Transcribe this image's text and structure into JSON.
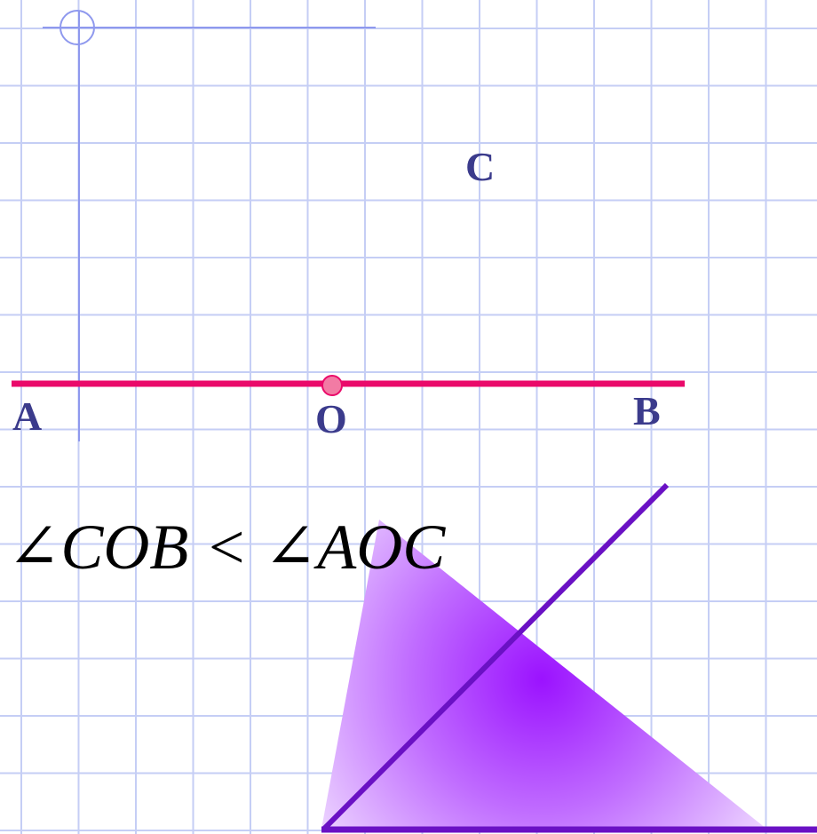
{
  "labels": {
    "point_a": "A",
    "point_o": "O",
    "point_b": "B",
    "point_c": "C",
    "formula": "∠COB < ∠AOC"
  },
  "colors": {
    "background": "#ffffff",
    "grid": "#c5cef5",
    "guide_line": "#8f99ee",
    "line_ab": "#ea0a6a",
    "point_o_fill": "#f27ba4",
    "point_label": "#3b3b8c",
    "ray_line": "#6a11c4",
    "set_square_core": "#9b12ff",
    "set_square_edge": "#f5e8ff"
  },
  "icons": {
    "protractor_marker": "circle-crosshair-icon"
  }
}
